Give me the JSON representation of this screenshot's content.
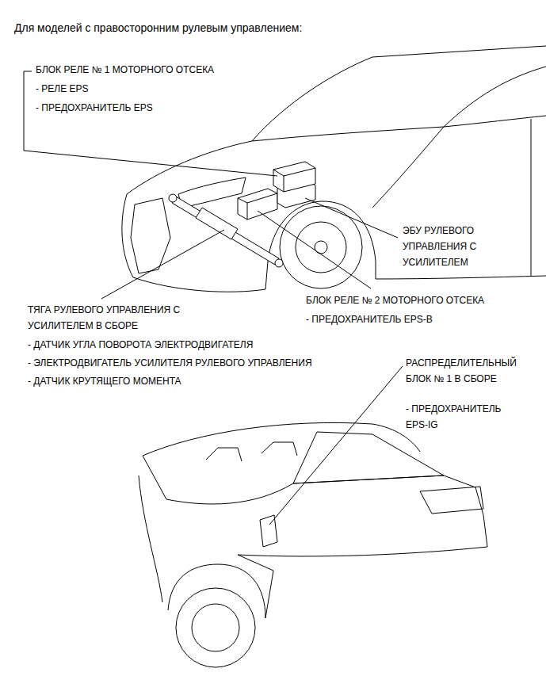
{
  "diagram": {
    "title": "Для моделей с правосторонним рулевым управлением:",
    "labels": [
      "БЛОК РЕЛЕ № 1 МОТОРНОГО ОТСЕКА",
      "- РЕЛЕ EPS",
      "- ПРЕДОХРАНИТЕЛЬ EPS",
      "ЭБУ РУЛЕВОГО УПРАВЛЕНИЯ С УСИЛИТЕЛЕМ",
      "БЛОК РЕЛЕ № 2 МОТОРНОГО ОТСЕКА",
      "- ПРЕДОХРАНИТЕЛЬ EPS-B",
      "ТЯГА РУЛЕВОГО УПРАВЛЕНИЯ С УСИЛИТЕЛЕМ В СБОРЕ",
      "- ДАТЧИК УГЛА ПОВОРОТА ЭЛЕКТРОДВИГАТЕЛЯ",
      "- ЭЛЕКТРОДВИГАТЕЛЬ УСИЛИТЕЛЯ РУЛЕВОГО УПРАВЛЕНИЯ",
      "- ДАТЧИК КРУТЯЩЕГО МОМЕНТА",
      "РАСПРЕДЕЛИТЕЛЬНЫЙ БЛОК № 1 В СБОРЕ",
      "- ПРЕДОХРАНИТЕЛЬ EPS-IG"
    ]
  }
}
